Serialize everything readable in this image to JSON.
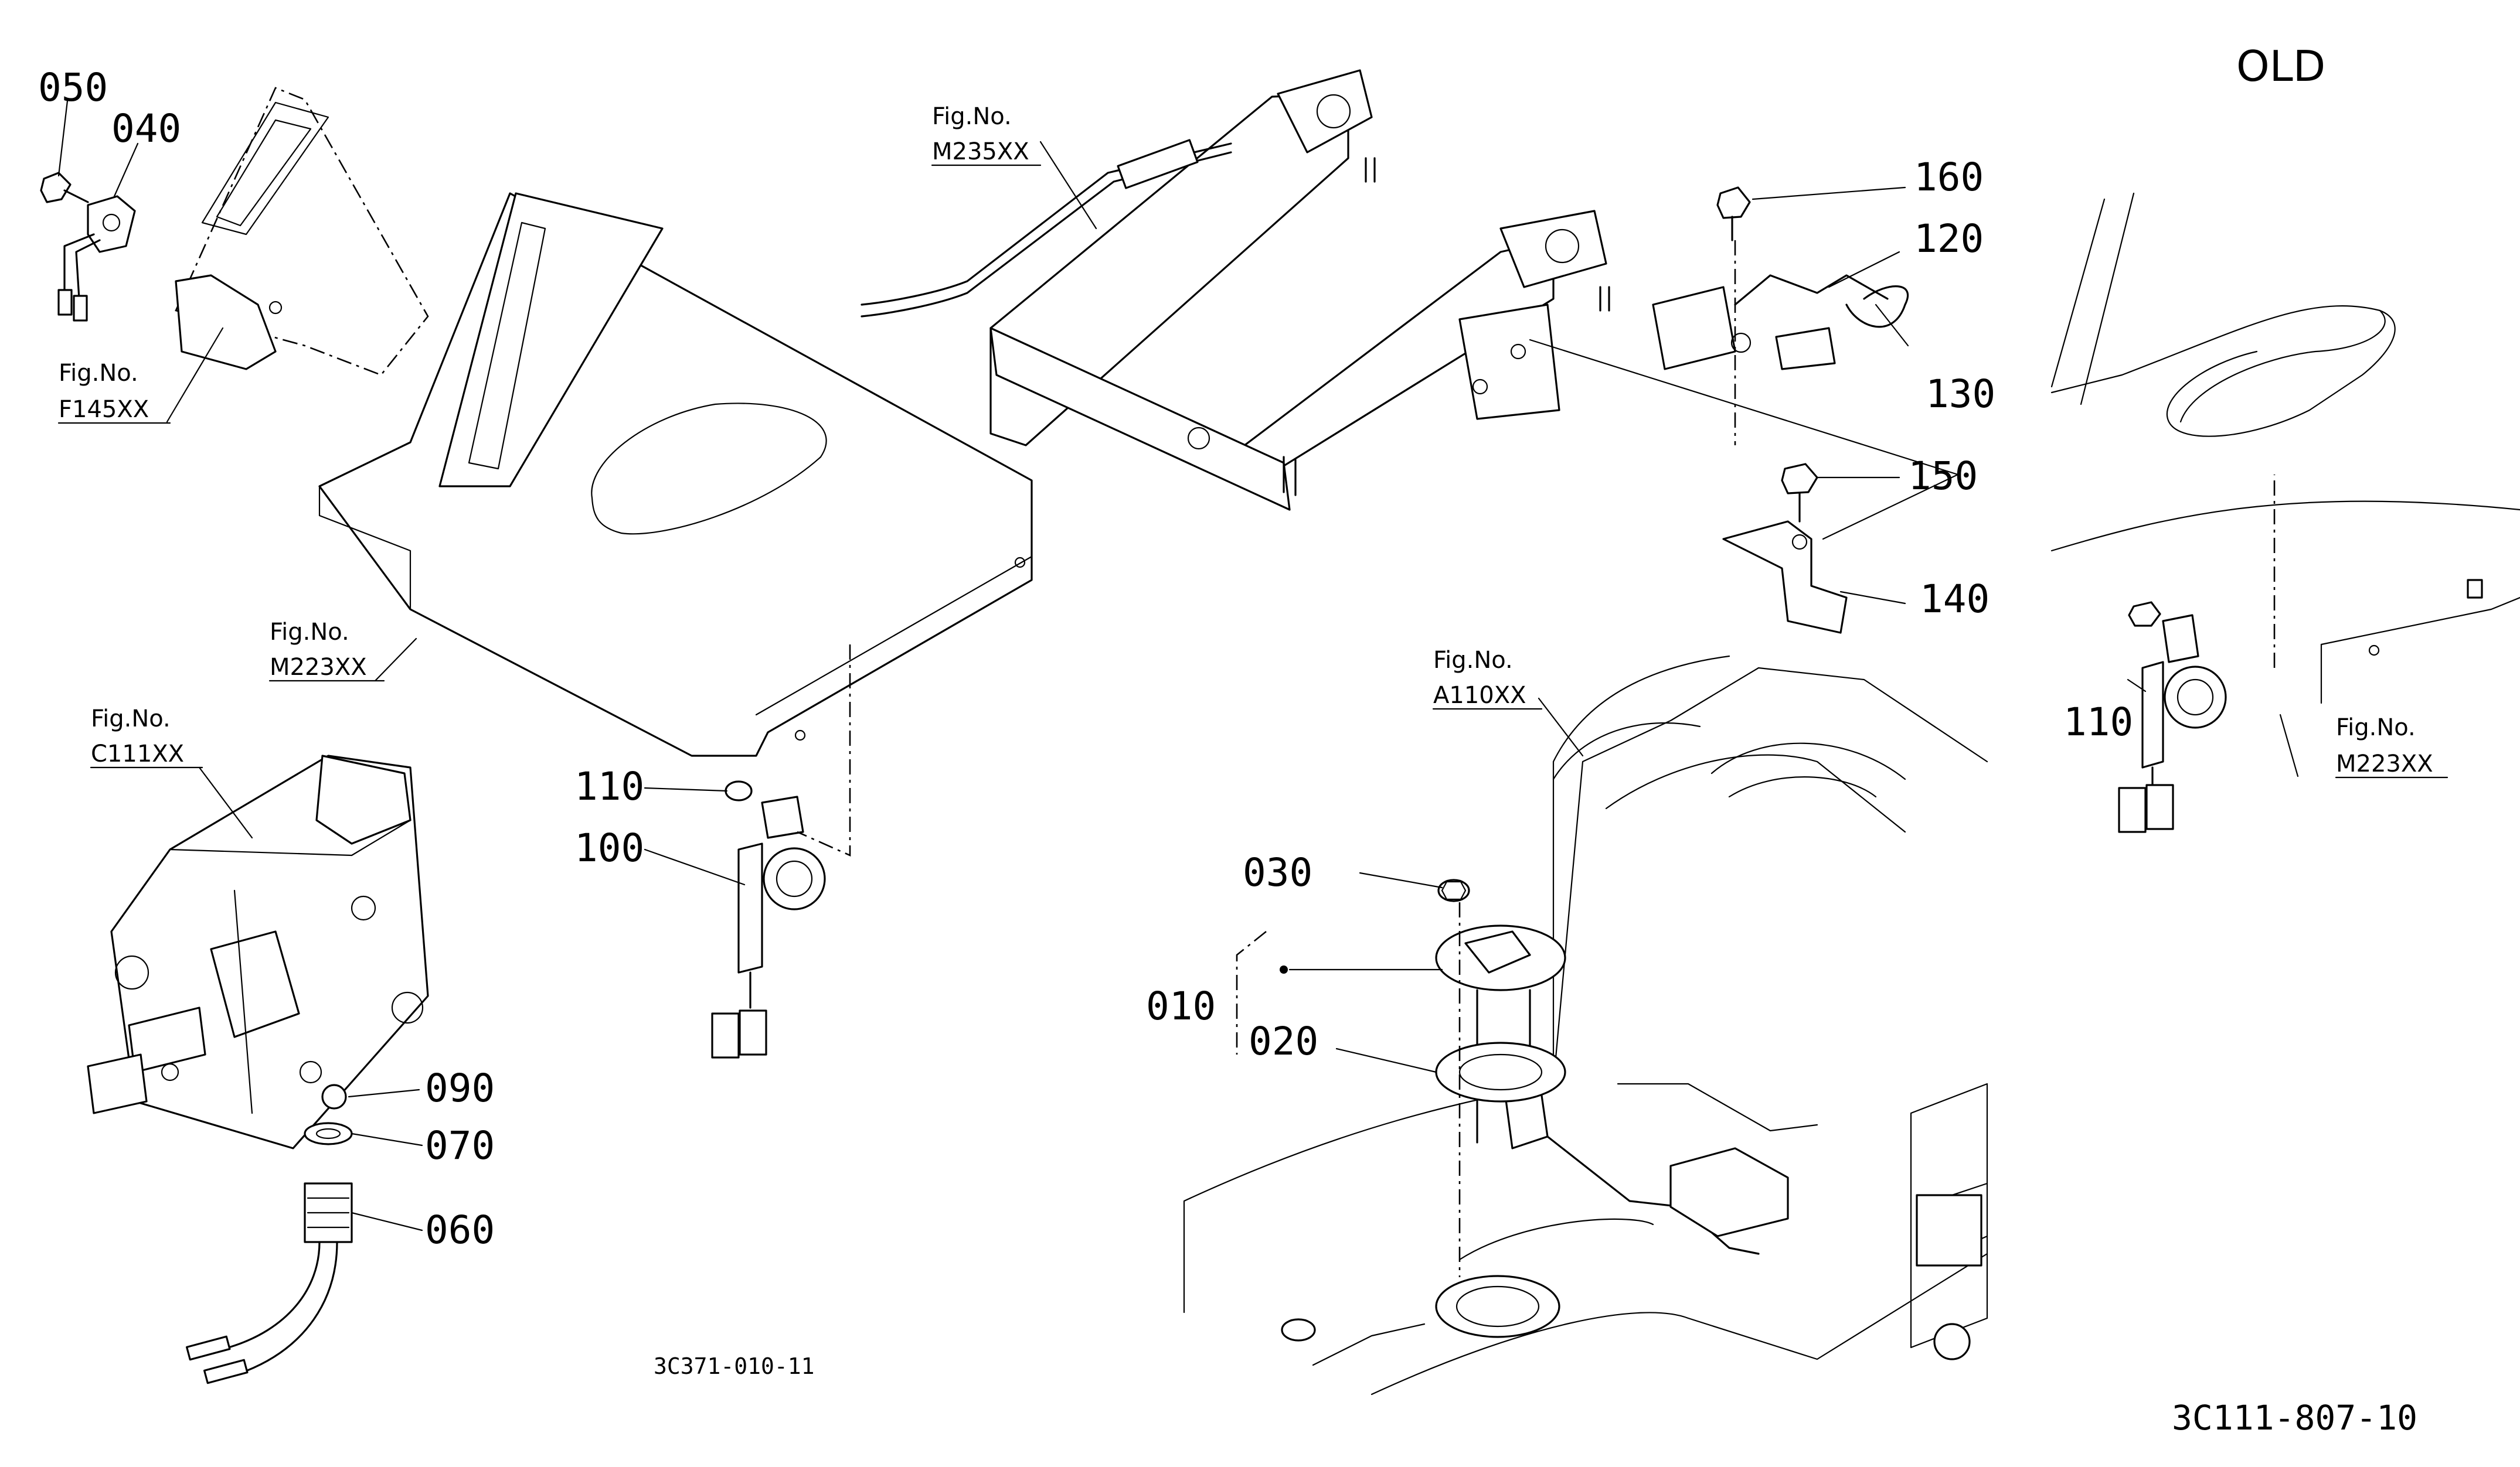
{
  "header": {
    "old_label": "OLD"
  },
  "part_numbers": {
    "p050": "050",
    "p040": "040",
    "p160": "160",
    "p120": "120",
    "p130": "130",
    "p150": "150",
    "p140": "140",
    "p110": "110",
    "p100": "100",
    "p030": "030",
    "p010": "010",
    "p020": "020",
    "p090": "090",
    "p070": "070",
    "p060": "060",
    "p110_old": "110"
  },
  "fig_refs": {
    "f145": {
      "line1": "Fig.No.",
      "line2": "F145XX"
    },
    "m235": {
      "line1": "Fig.No.",
      "line2": "M235XX"
    },
    "m223": {
      "line1": "Fig.No.",
      "line2": "M223XX"
    },
    "c111": {
      "line1": "Fig.No.",
      "line2": "C111XX"
    },
    "a110": {
      "line1": "Fig.No.",
      "line2": "A110XX"
    },
    "m223_old": {
      "line1": "Fig.No.",
      "line2": "M223XX"
    }
  },
  "drawing_codes": {
    "left": "3C371-010-11",
    "right": "3C111-807-10"
  }
}
